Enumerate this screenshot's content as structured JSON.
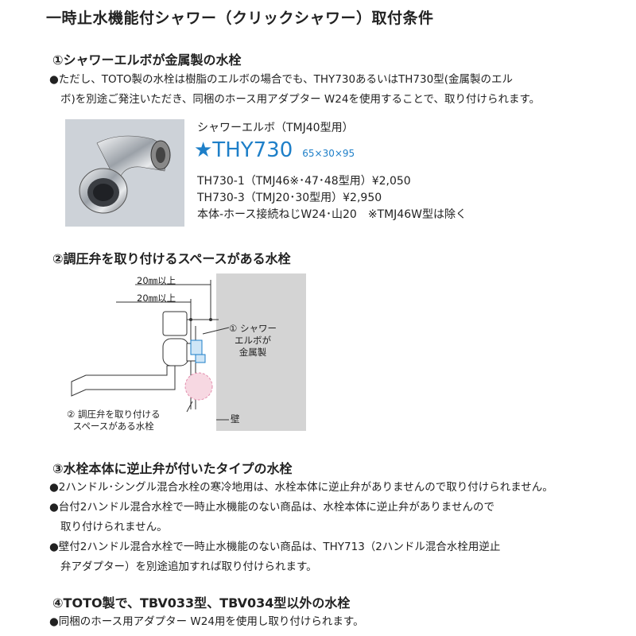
{
  "title": "一時止水機能付シャワー（クリックシャワー）取付条件",
  "section1": {
    "heading": "①シャワーエルボが金属製の水栓",
    "note_line1": "●ただし、TOTO製の水栓は樹脂のエルボの場合でも、THY730あるいはTH730型(金属製のエル",
    "note_line2": "ボ)を別途ご発注いただき、同梱のホース用アダプター W24を使用することで、取り付けられます。",
    "product": {
      "label": "シャワーエルボ（TMJ40型用）",
      "name": "★THY730",
      "dims": "65×30×95",
      "spec1": "TH730-1（TMJ46※･47･48型用）¥2,050",
      "spec2": "TH730-3（TMJ20･30型用）¥2,950",
      "spec3": "本体-ホース接続ねじW24･山20　※TMJ46W型は除く"
    }
  },
  "section2": {
    "heading": "②調圧弁を取り付けるスペースがある水栓",
    "dim1": "20㎜以上",
    "dim2": "20㎜以上",
    "callout1_l1": "① シャワー",
    "callout1_l2": "エルボが",
    "callout1_l3": "金属製",
    "callout2_l1": "② 調圧弁を取り付ける",
    "callout2_l2": "スペースがある水栓",
    "wall": "壁"
  },
  "section3": {
    "heading": "③水栓本体に逆止弁が付いたタイプの水栓",
    "b1": "●2ハンドル･シングル混合水栓の寒冷地用は、水栓本体に逆止弁がありませんので取り付けられません。",
    "b2_l1": "●台付2ハンドル混合水栓で一時止水機能のない商品は、水栓本体に逆止弁がありませんので",
    "b2_l2": "取り付けられません。",
    "b3_l1": "●壁付2ハンドル混合水栓で一時止水機能のない商品は、THY713（2ハンドル混合水栓用逆止",
    "b3_l2": "弁アダプター）を別途追加すれば取り付けられます。"
  },
  "section4": {
    "heading": "④TOTO製で、TBV033型、TBV034型以外の水栓",
    "b1": "●同梱のホース用アダプター W24用を使用し取り付けられます。"
  },
  "colors": {
    "accent": "#1e7fc8",
    "wall": "#d4d4d4",
    "pink": "#f7d8e2"
  }
}
